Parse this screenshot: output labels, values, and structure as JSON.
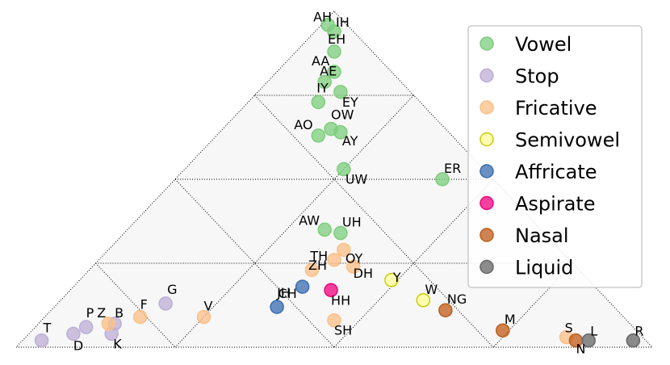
{
  "chart_data": {
    "type": "scatter",
    "plot": "ternary",
    "title": "",
    "grid": true,
    "legend_position": "top-right",
    "categories": [
      {
        "name": "Vowel",
        "color": "#7ccd7c"
      },
      {
        "name": "Stop",
        "color": "#bcaed6"
      },
      {
        "name": "Fricative",
        "color": "#fdbf86"
      },
      {
        "name": "Semivowel",
        "color": "#ffff99"
      },
      {
        "name": "Affricate",
        "color": "#386cb0"
      },
      {
        "name": "Aspirate",
        "color": "#f0027f"
      },
      {
        "name": "Nasal",
        "color": "#bf5b17"
      },
      {
        "name": "Liquid",
        "color": "#666666"
      }
    ],
    "points": [
      {
        "label": "AH",
        "category": "Vowel",
        "a": 0.96,
        "b": 0.03,
        "c": 0.01
      },
      {
        "label": "IH",
        "category": "Vowel",
        "a": 0.94,
        "b": 0.03,
        "c": 0.03
      },
      {
        "label": "EH",
        "category": "Vowel",
        "a": 0.88,
        "b": 0.06,
        "c": 0.06
      },
      {
        "label": "AA",
        "category": "Vowel",
        "a": 0.82,
        "b": 0.09,
        "c": 0.09
      },
      {
        "label": "AE",
        "category": "Vowel",
        "a": 0.79,
        "b": 0.12,
        "c": 0.09
      },
      {
        "label": "EY",
        "category": "Vowel",
        "a": 0.76,
        "b": 0.11,
        "c": 0.13
      },
      {
        "label": "IY",
        "category": "Vowel",
        "a": 0.73,
        "b": 0.16,
        "c": 0.11
      },
      {
        "label": "OW",
        "category": "Vowel",
        "a": 0.65,
        "b": 0.18,
        "c": 0.17
      },
      {
        "label": "AO",
        "category": "Vowel",
        "a": 0.63,
        "b": 0.21,
        "c": 0.16
      },
      {
        "label": "AY",
        "category": "Vowel",
        "a": 0.64,
        "b": 0.17,
        "c": 0.19
      },
      {
        "label": "UW",
        "category": "Vowel",
        "a": 0.53,
        "b": 0.22,
        "c": 0.25
      },
      {
        "label": "ER",
        "category": "Vowel",
        "a": 0.5,
        "b": 0.08,
        "c": 0.42
      },
      {
        "label": "AW",
        "category": "Vowel",
        "a": 0.35,
        "b": 0.34,
        "c": 0.31
      },
      {
        "label": "UH",
        "category": "Vowel",
        "a": 0.34,
        "b": 0.32,
        "c": 0.34
      },
      {
        "label": "T",
        "category": "Stop",
        "a": 0.02,
        "b": 0.95,
        "c": 0.03
      },
      {
        "label": "D",
        "category": "Stop",
        "a": 0.04,
        "b": 0.89,
        "c": 0.07
      },
      {
        "label": "P",
        "category": "Stop",
        "a": 0.06,
        "b": 0.86,
        "c": 0.08
      },
      {
        "label": "K",
        "category": "Stop",
        "a": 0.04,
        "b": 0.83,
        "c": 0.13
      },
      {
        "label": "B",
        "category": "Stop",
        "a": 0.07,
        "b": 0.81,
        "c": 0.12
      },
      {
        "label": "G",
        "category": "Stop",
        "a": 0.13,
        "b": 0.7,
        "c": 0.17
      },
      {
        "label": "Z",
        "category": "Fricative",
        "a": 0.07,
        "b": 0.82,
        "c": 0.11
      },
      {
        "label": "F",
        "category": "Fricative",
        "a": 0.09,
        "b": 0.76,
        "c": 0.15
      },
      {
        "label": "V",
        "category": "Fricative",
        "a": 0.09,
        "b": 0.66,
        "c": 0.25
      },
      {
        "label": "ZH",
        "category": "Fricative",
        "a": 0.26,
        "b": 0.37,
        "c": 0.37
      },
      {
        "label": "OY",
        "category": "Fricative",
        "a": 0.29,
        "b": 0.34,
        "c": 0.37
      },
      {
        "label": "DH",
        "category": "Fricative",
        "a": 0.24,
        "b": 0.35,
        "c": 0.41
      },
      {
        "label": "TH",
        "category": "Fricative",
        "a": 0.23,
        "b": 0.42,
        "c": 0.35
      },
      {
        "label": "SH",
        "category": "Fricative",
        "a": 0.08,
        "b": 0.46,
        "c": 0.46
      },
      {
        "label": "S",
        "category": "Fricative",
        "a": 0.03,
        "b": 0.12,
        "c": 0.85
      },
      {
        "label": "Y",
        "category": "Semivowel",
        "a": 0.2,
        "b": 0.31,
        "c": 0.49
      },
      {
        "label": "W",
        "category": "Semivowel",
        "a": 0.14,
        "b": 0.29,
        "c": 0.57
      },
      {
        "label": "JH",
        "category": "Affricate",
        "a": 0.12,
        "b": 0.53,
        "c": 0.35
      },
      {
        "label": "CH",
        "category": "Affricate",
        "a": 0.18,
        "b": 0.46,
        "c": 0.36
      },
      {
        "label": "HH",
        "category": "Aspirate",
        "a": 0.17,
        "b": 0.42,
        "c": 0.41
      },
      {
        "label": "NG",
        "category": "Nasal",
        "a": 0.11,
        "b": 0.27,
        "c": 0.62
      },
      {
        "label": "M",
        "category": "Nasal",
        "a": 0.05,
        "b": 0.21,
        "c": 0.74
      },
      {
        "label": "N",
        "category": "Nasal",
        "a": 0.02,
        "b": 0.11,
        "c": 0.87
      },
      {
        "label": "L",
        "category": "Liquid",
        "a": 0.02,
        "b": 0.09,
        "c": 0.89
      },
      {
        "label": "R",
        "category": "Liquid",
        "a": 0.02,
        "b": 0.02,
        "c": 0.96
      }
    ]
  }
}
